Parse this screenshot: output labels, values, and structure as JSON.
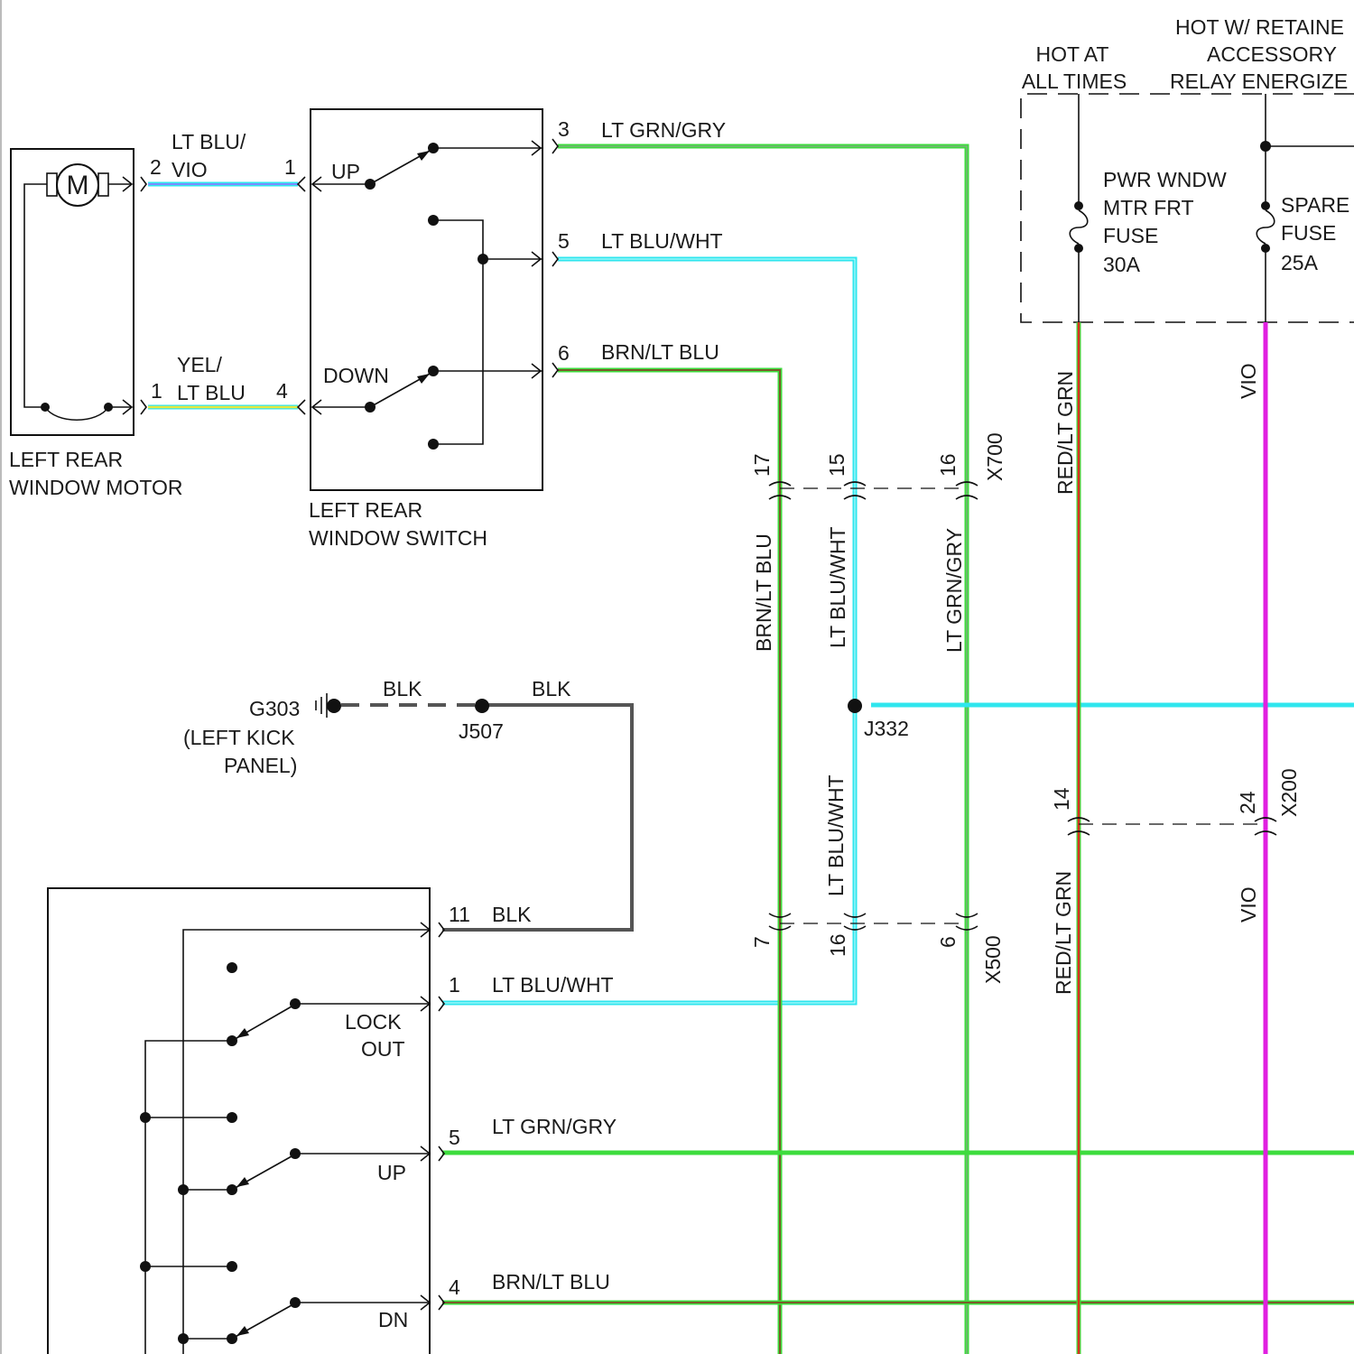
{
  "wire_colors": {
    "lt_grn": "#3ddc3d",
    "lt_blu": "#2ee6ee",
    "brn": "#7a5a2a",
    "red": "#d8321f",
    "vio": "#e020e0",
    "blk": "#555555",
    "yel": "#e8e840",
    "vio_blue": "#7f8cff"
  },
  "components": {
    "motor": {
      "symbol": "M",
      "label_line1": "LEFT REAR",
      "label_line2": "WINDOW MOTOR"
    },
    "switch": {
      "label_line1": "LEFT REAR",
      "label_line2": "WINDOW SWITCH",
      "up": "UP",
      "down": "DOWN"
    },
    "fuse_box": {
      "hot_at_all_times_1": "HOT AT",
      "hot_at_all_times_2": "ALL TIMES",
      "hot_retained_1": "HOT W/ RETAINE",
      "hot_retained_2": "ACCESSORY",
      "hot_retained_3": "RELAY ENERGIZE",
      "fuse1": [
        "PWR WNDW",
        "MTR FRT",
        "FUSE",
        "30A"
      ],
      "fuse2": [
        "SPARE",
        "FUSE",
        "25A"
      ]
    },
    "ground": {
      "id": "G303",
      "desc1": "(LEFT KICK",
      "desc2": "PANEL)"
    },
    "master_switch": {
      "lock1": "LOCK",
      "lock2": "OUT",
      "up": "UP",
      "dn": "DN"
    }
  },
  "wires": {
    "w_motor2": {
      "label1": "LT BLU/",
      "label2": "VIO",
      "pin_motor": "2",
      "pin_switch": "1"
    },
    "w_motor1": {
      "label1": "YEL/",
      "label2": "LT BLU",
      "pin_motor": "1",
      "pin_switch": "4"
    },
    "w3": {
      "pin": "3",
      "label": "LT GRN/GRY"
    },
    "w5": {
      "pin": "5",
      "label": "LT BLU/WHT"
    },
    "w6": {
      "pin": "6",
      "label": "BRN/LT BLU"
    },
    "vert_brn": "BRN/LT BLU",
    "vert_blu_upper": "LT BLU/WHT",
    "vert_blu_lower": "LT BLU/WHT",
    "vert_grn": "LT GRN/GRY",
    "red_upper": "RED/LT GRN",
    "red_lower": "RED/LT GRN",
    "vio_upper": "VIO",
    "vio_lower": "VIO",
    "blk_left": "BLK",
    "blk_right": "BLK",
    "m11": {
      "pin": "11",
      "label": "BLK"
    },
    "m1": {
      "pin": "1",
      "label": "LT BLU/WHT"
    },
    "m5": {
      "pin": "5",
      "label": "LT GRN/GRY"
    },
    "m4": {
      "pin": "4",
      "label": "BRN/LT BLU"
    }
  },
  "connectors": {
    "x700": {
      "id": "X700",
      "pins": [
        "17",
        "15",
        "16"
      ]
    },
    "x500": {
      "id": "X500",
      "pins": [
        "7",
        "16",
        "6"
      ]
    },
    "x200": {
      "id": "X200",
      "pins": [
        "14",
        "24"
      ]
    }
  },
  "splices": {
    "j332": "J332",
    "j507": "J507"
  }
}
